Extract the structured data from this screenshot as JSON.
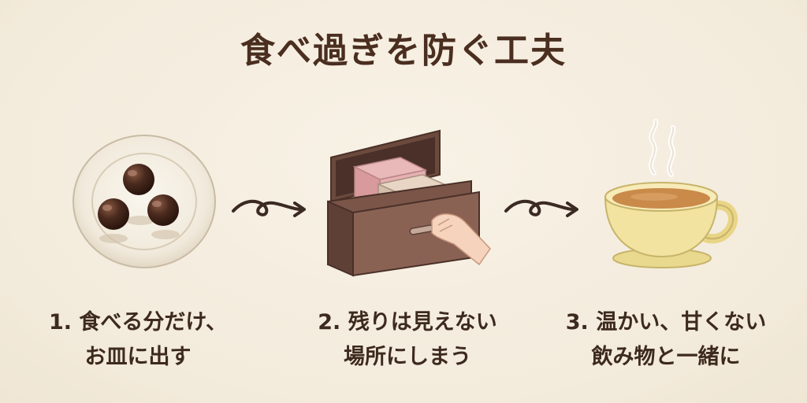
{
  "title": "食べ過ぎを防ぐ工夫",
  "steps": [
    {
      "line1": "1. 食べる分だけ、",
      "line2": "お皿に出す",
      "icon": "plate-with-chocolates-icon"
    },
    {
      "line1": "2. 残りは見えない",
      "line2": "場所にしまう",
      "icon": "drawer-with-boxes-icon"
    },
    {
      "line1": "3. 温かい、甘くない",
      "line2": "飲み物と一緒に",
      "icon": "hot-tea-cup-icon"
    }
  ],
  "colors": {
    "background": "#f5eee0",
    "title": "#4a2e1f",
    "text": "#3d2a1e",
    "chocolate": "#4a2a1e",
    "drawer": "#7a5548",
    "tea": "#c98a4a",
    "cup": "#f2e3a0"
  }
}
